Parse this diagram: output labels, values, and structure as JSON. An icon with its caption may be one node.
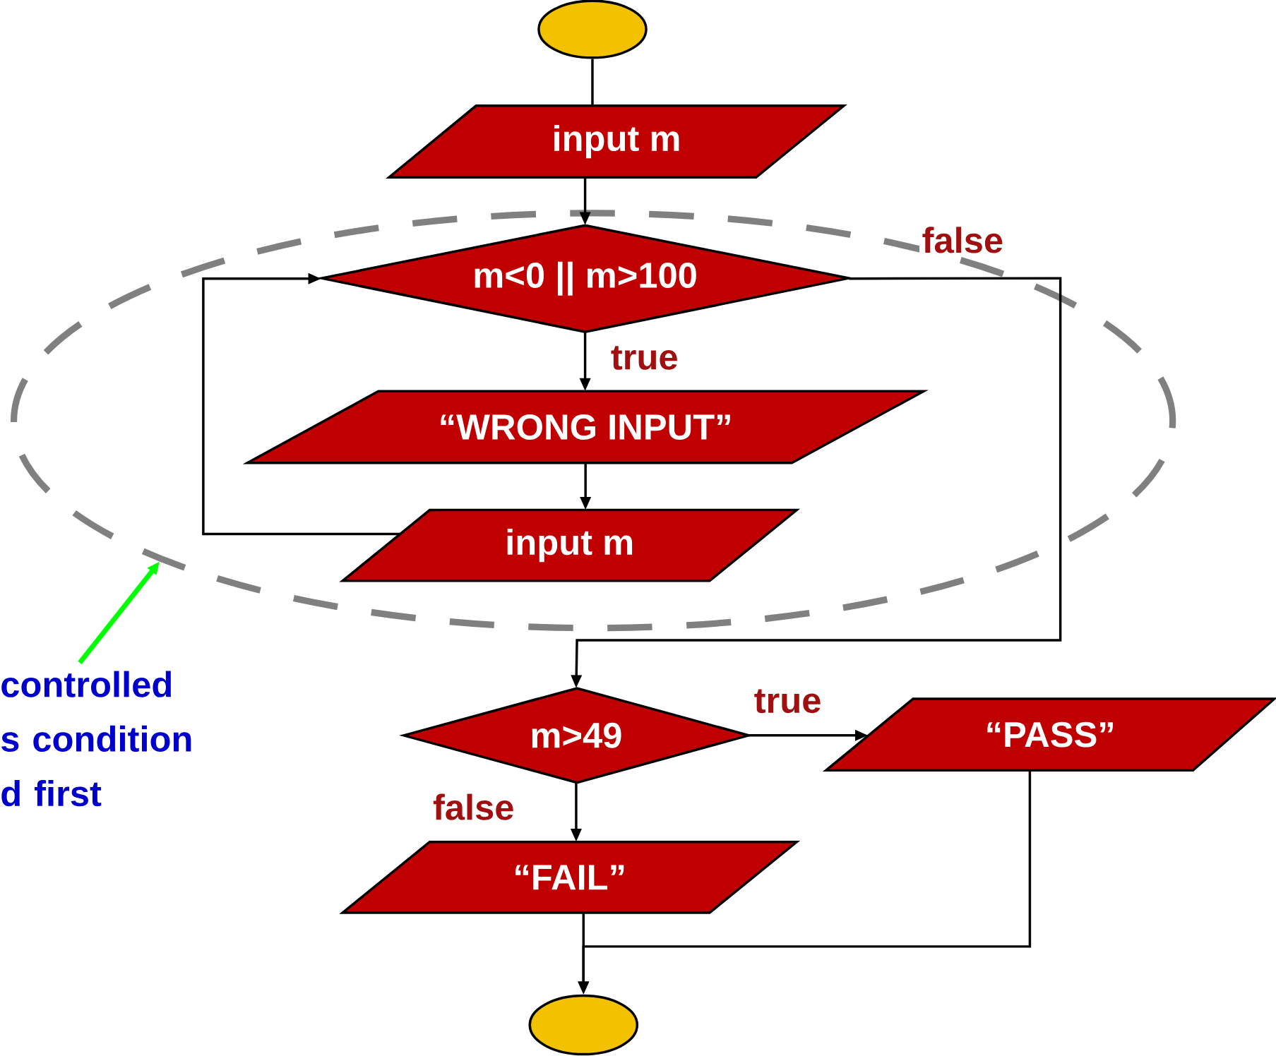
{
  "diagram": {
    "nodes": [
      {
        "text": [],
        "shape": "ellipse"
      },
      {
        "text": [
          "input m"
        ]
      },
      {
        "text": [],
        "shape": "ellipse"
      },
      {
        "text": [
          "m<0 || m>100"
        ],
        "in": 2
      },
      {
        "text": [
          "“WRONG INPUT”"
        ],
        "in": 2
      },
      {
        "text": [
          "input m"
        ],
        "in": 2
      },
      {
        "text": [
          "m>49"
        ]
      },
      {
        "text": [
          "“PASS”"
        ]
      },
      {
        "text": [
          "“FAIL”"
        ]
      },
      {
        "text": [],
        "shape": "ellipse"
      },
      {
        "text": [
          "controlled s condition d first"
        ]
      }
    ],
    "edges": [
      {
        "from": 0,
        "to": 1,
        "arrow": "none"
      },
      {
        "from": 1,
        "to": 3,
        "arrow": "to"
      },
      {
        "from": 3,
        "to": 4,
        "arrow": "to",
        "label": "true"
      },
      {
        "from": 4,
        "to": 5,
        "arrow": "to"
      },
      {
        "from": 5,
        "to": 3,
        "arrow": "to"
      },
      {
        "from": 3,
        "to": 6,
        "arrow": "to",
        "label": "false"
      },
      {
        "from": 6,
        "to": 7,
        "arrow": "to",
        "label": "true"
      },
      {
        "from": 6,
        "to": 8,
        "arrow": "to",
        "label": "false"
      },
      {
        "from": 8,
        "to": 9,
        "arrow": "to"
      },
      {
        "from": 7,
        "to": 9,
        "arrow": "to"
      },
      {
        "from": 10,
        "to": 2,
        "arrow": "to",
        "style": "thick",
        "color": "#00ff00"
      }
    ]
  }
}
